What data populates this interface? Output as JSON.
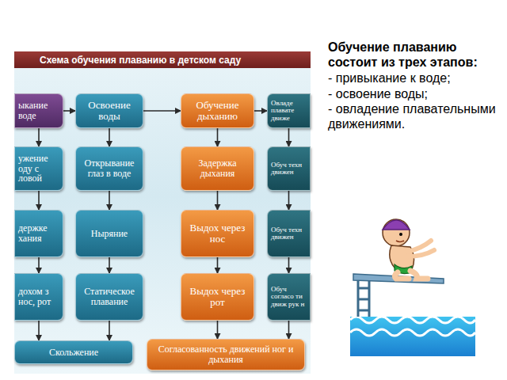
{
  "diagram": {
    "title": "Схема обучения плаванию в детском саду",
    "nodes": [
      {
        "text": [
          "ыкание воде"
        ]
      },
      {
        "text": [
          "Освоение воды"
        ]
      },
      {
        "text": [
          "Обучение дыханию"
        ]
      },
      {
        "text": [
          "Овладе плавате движе"
        ]
      },
      {
        "text": [
          "ужение оду с ловой"
        ]
      },
      {
        "text": [
          "Открывание глаз в воде"
        ]
      },
      {
        "text": [
          "Задержка дыхания"
        ]
      },
      {
        "text": [
          "Обуч техн движен"
        ]
      },
      {
        "text": [
          "держке хания"
        ]
      },
      {
        "text": [
          "Ныряние"
        ]
      },
      {
        "text": [
          "Выдох через нос"
        ]
      },
      {
        "text": [
          "Обуч техн движен"
        ]
      },
      {
        "text": [
          "дохом з нос, рот"
        ]
      },
      {
        "text": [
          "Статическое плавание"
        ]
      },
      {
        "text": [
          "Выдох через рот"
        ]
      },
      {
        "text": [
          "Обуч согласо ти движ рук н"
        ]
      },
      {
        "text": [
          "Скольжение"
        ]
      },
      {
        "text": [
          "Согласованность движений ног и дыхания"
        ]
      }
    ],
    "edges": [
      {
        "from": 0,
        "to": 1,
        "arrow": "to"
      },
      {
        "from": 1,
        "to": 2,
        "arrow": "to"
      },
      {
        "from": 2,
        "to": 3,
        "arrow": "to"
      },
      {
        "from": 0,
        "to": 4,
        "arrow": "to"
      },
      {
        "from": 4,
        "to": 8,
        "arrow": "to"
      },
      {
        "from": 8,
        "to": 12,
        "arrow": "to"
      },
      {
        "from": 1,
        "to": 5,
        "arrow": "to"
      },
      {
        "from": 5,
        "to": 9,
        "arrow": "to"
      },
      {
        "from": 9,
        "to": 13,
        "arrow": "to"
      },
      {
        "from": 2,
        "to": 6,
        "arrow": "to"
      },
      {
        "from": 6,
        "to": 10,
        "arrow": "to"
      },
      {
        "from": 10,
        "to": 14,
        "arrow": "to"
      },
      {
        "from": 3,
        "to": 7,
        "arrow": "to"
      },
      {
        "from": 7,
        "to": 11,
        "arrow": "to"
      },
      {
        "from": 11,
        "to": 15,
        "arrow": "to"
      },
      {
        "from": 12,
        "to": 16,
        "arrow": "to"
      },
      {
        "from": 13,
        "to": 16,
        "arrow": "to"
      },
      {
        "from": 14,
        "to": 17,
        "arrow": "to"
      },
      {
        "from": 15,
        "to": 17,
        "arrow": "to"
      }
    ],
    "labels": [
      "Обучение плаванию состоит из трех этапов:",
      "- привыкание к воде;",
      "- освоение воды;",
      "- овладение плавательными движениями."
    ]
  }
}
